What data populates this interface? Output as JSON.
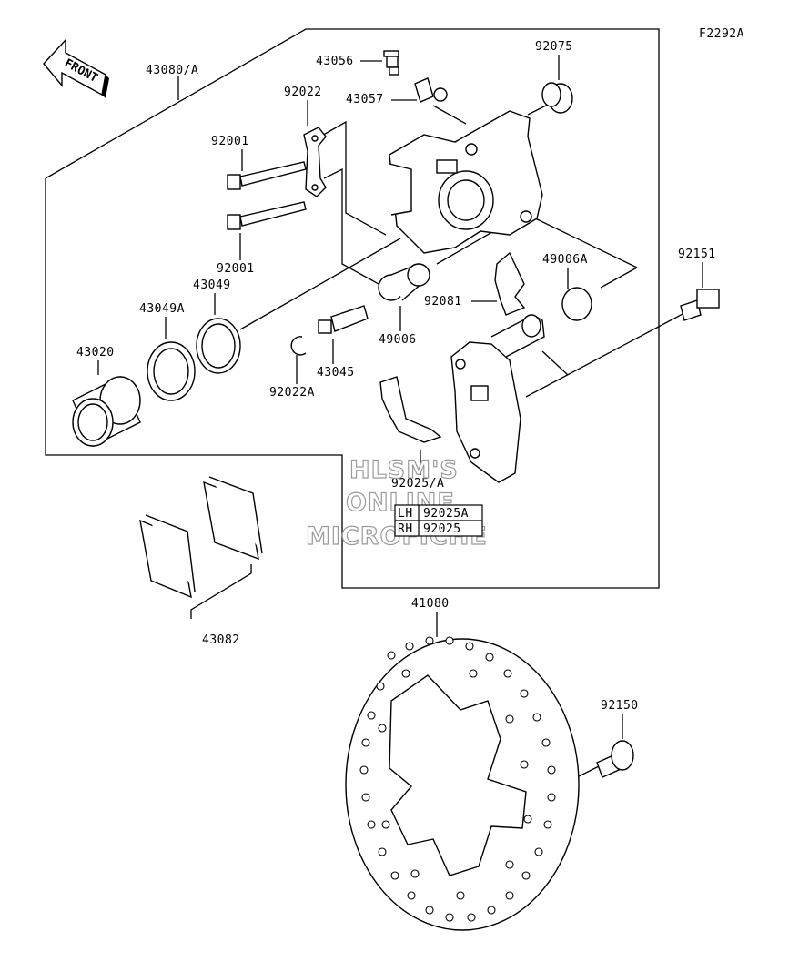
{
  "diagram_code": "F2292A",
  "front_label": "FRONT",
  "parts": {
    "p43080": "43080/A",
    "p43056": "43056",
    "p92075": "92075",
    "p92022": "92022",
    "p43057": "43057",
    "p92001a": "92001",
    "p92001b": "92001",
    "p92151": "92151",
    "p49006A": "49006A",
    "p43049": "43049",
    "p43049A": "43049A",
    "p92081": "92081",
    "p43020": "43020",
    "p49006": "49006",
    "p43045": "43045",
    "p92022A": "92022A",
    "p92025": "92025/A",
    "p43082": "43082",
    "p41080": "41080",
    "p92150": "92150"
  },
  "variant_table": [
    {
      "side": "LH",
      "part": "92025A"
    },
    {
      "side": "RH",
      "part": "92025"
    }
  ],
  "watermark": [
    "HLSM'S",
    "ONLINE",
    "MICROFICHE"
  ]
}
